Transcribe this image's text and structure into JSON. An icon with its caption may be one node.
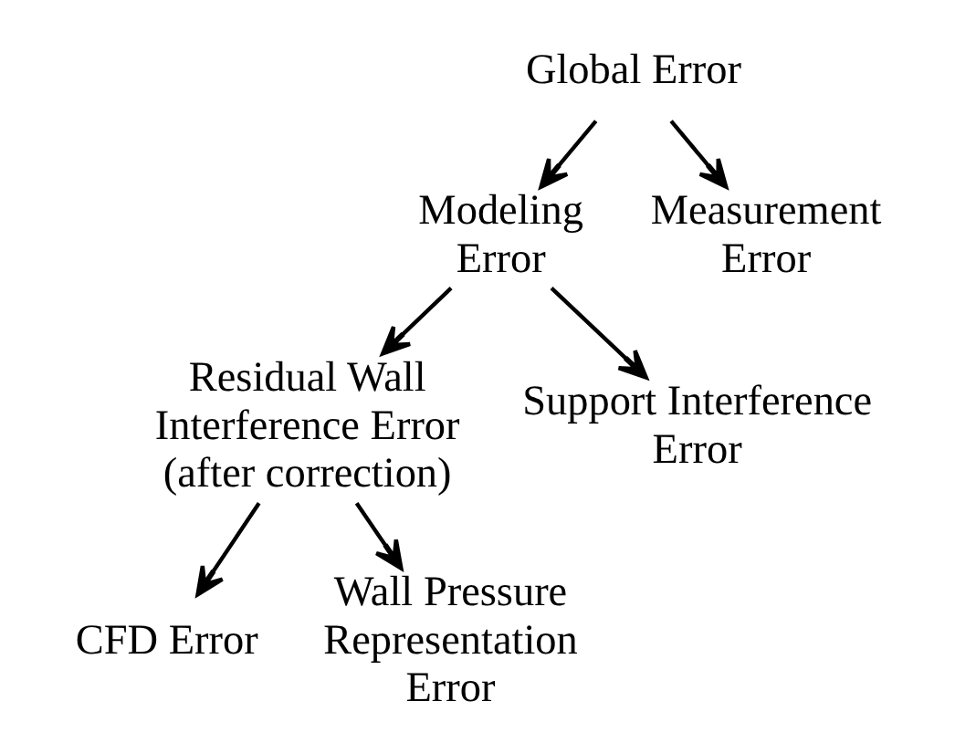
{
  "diagram": {
    "nodes": [
      {
        "text": [
          "Global Error"
        ]
      },
      {
        "text": [
          "Modeling Error"
        ]
      },
      {
        "text": [
          "Measurement Error"
        ]
      },
      {
        "text": [
          "Residual Wall Interference Error (after correction)"
        ]
      },
      {
        "text": [
          "Support Interference Error"
        ]
      },
      {
        "text": [
          "CFD Error"
        ]
      },
      {
        "text": [
          "Wall Pressure Representation Error"
        ]
      }
    ],
    "edges": [
      {
        "from": 0,
        "to": 1,
        "arrow": "to"
      },
      {
        "from": 0,
        "to": 2,
        "arrow": "to"
      },
      {
        "from": 1,
        "to": 3,
        "arrow": "to"
      },
      {
        "from": 1,
        "to": 4,
        "arrow": "to"
      },
      {
        "from": 3,
        "to": 5,
        "arrow": "to"
      },
      {
        "from": 3,
        "to": 6,
        "arrow": "to"
      }
    ]
  }
}
